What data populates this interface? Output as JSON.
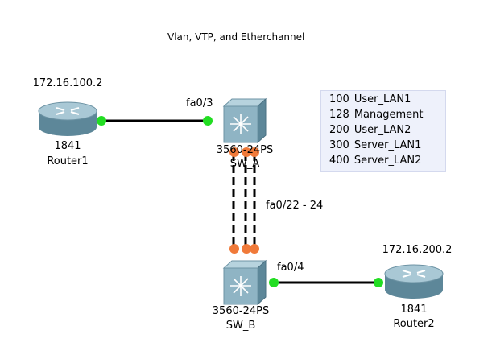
{
  "title": "Vlan, VTP, and Etherchannel",
  "colors": {
    "link": "#000000",
    "port_up": "#22dd22",
    "port_orange": "#f07a3a",
    "router_body": "#7fa7b8",
    "switch_body": "#8fb4c4",
    "vlan_bg": "#eef1fb"
  },
  "devices": {
    "router1": {
      "ip": "172.16.100.2",
      "model": "1841",
      "name": "Router1",
      "icon": "router-icon"
    },
    "router2": {
      "ip": "172.16.200.2",
      "model": "1841",
      "name": "Router2",
      "icon": "router-icon"
    },
    "swa": {
      "model": "3560-24PS",
      "name": "SW_A",
      "icon": "switch-icon"
    },
    "swb": {
      "model": "3560-24PS",
      "name": "SW_B",
      "icon": "switch-icon"
    }
  },
  "links": {
    "r1_swa_port": "fa0/3",
    "etherchannel_ports": "fa0/22 - 24",
    "swb_r2_port": "fa0/4"
  },
  "vlans": [
    {
      "id": "100",
      "name": "User_LAN1"
    },
    {
      "id": "128",
      "name": "Management"
    },
    {
      "id": "200",
      "name": "User_LAN2"
    },
    {
      "id": "300",
      "name": "Server_LAN1"
    },
    {
      "id": "400",
      "name": "Server_LAN2"
    }
  ]
}
